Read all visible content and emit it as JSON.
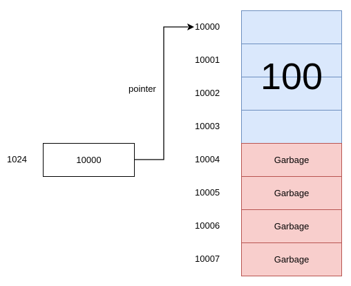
{
  "pointer_var": {
    "address": "1024",
    "value": "10000"
  },
  "pointer_label": "pointer",
  "addresses": [
    "10000",
    "10001",
    "10002",
    "10003",
    "10004",
    "10005",
    "10006",
    "10007"
  ],
  "stored_value": "100",
  "garbage_cells": [
    "Garbage",
    "Garbage",
    "Garbage",
    "Garbage"
  ],
  "colors": {
    "int_fill": "#dae8fc",
    "int_stroke": "#6c8ebf",
    "garbage_fill": "#f8cecc",
    "garbage_stroke": "#b85450"
  }
}
